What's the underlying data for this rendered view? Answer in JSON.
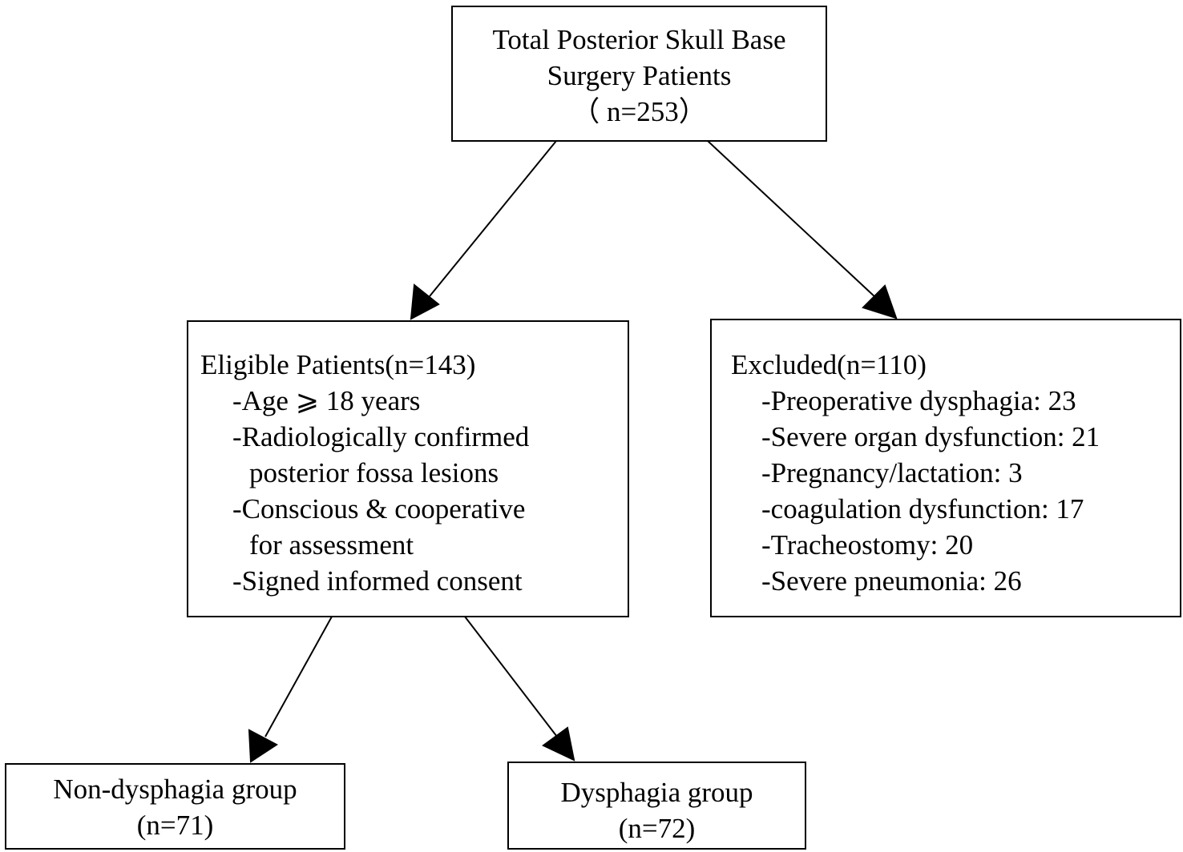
{
  "boxes": {
    "total": {
      "line1": "Total Posterior Skull Base",
      "line2": "Surgery Patients",
      "line3": "（ n=253）"
    },
    "eligible": {
      "title": "Eligible Patients(n=143)",
      "criteria": [
        "-Age ⩾ 18 years",
        "-Radiologically confirmed",
        "posterior fossa lesions",
        "-Conscious & cooperative",
        "for assessment",
        "-Signed informed consent"
      ]
    },
    "excluded": {
      "title": "Excluded(n=110)",
      "reasons": [
        "-Preoperative dysphagia: 23",
        "-Severe organ dysfunction: 21",
        "-Pregnancy/lactation: 3",
        "-coagulation dysfunction: 17",
        "-Tracheostomy: 20",
        "-Severe pneumonia: 26"
      ]
    },
    "non_dysphagia": {
      "line1": "Non-dysphagia group",
      "line2": "(n=71)"
    },
    "dysphagia": {
      "line1": "Dysphagia group",
      "line2": "(n=72)"
    }
  },
  "colors": {
    "stroke": "#000000",
    "background": "#ffffff"
  }
}
